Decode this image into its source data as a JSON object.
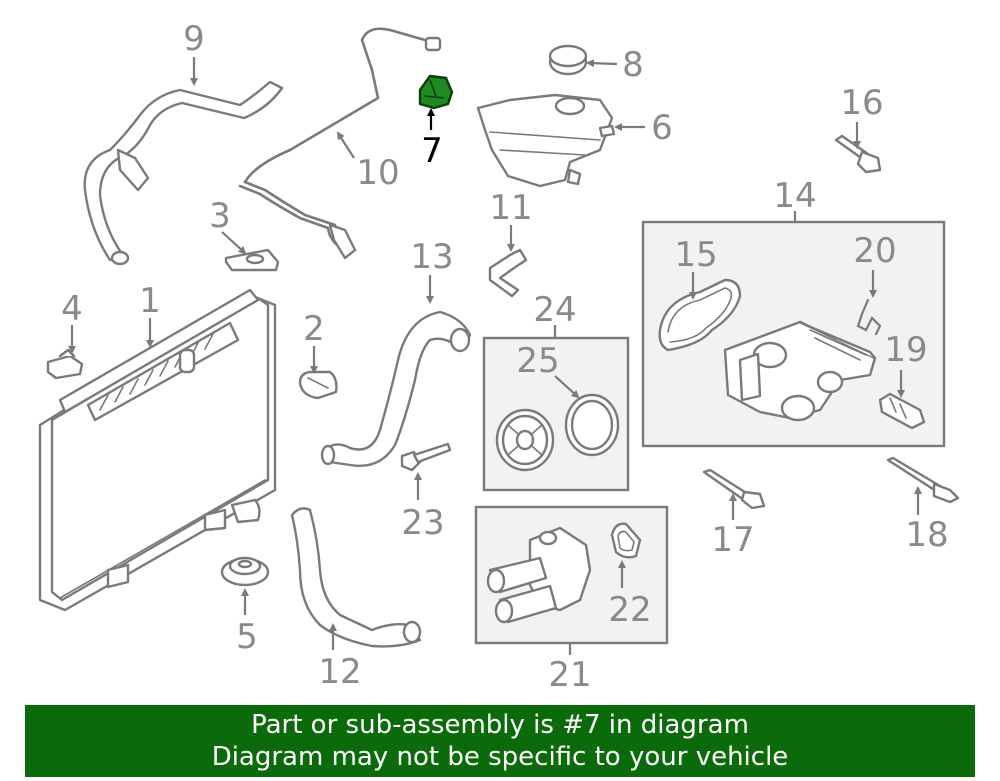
{
  "banner": {
    "line1": "Part or sub-assembly is #7 in diagram",
    "line2": "Diagram may not be specific to your vehicle",
    "background_color": "#0b6b0b",
    "text_color": "#ffffff"
  },
  "diagram": {
    "highlighted_part": "7",
    "highlight_color": "#1f8a1f",
    "line_color": "#7a7a7a",
    "callouts": {
      "c1": "1",
      "c2": "2",
      "c3": "3",
      "c4": "4",
      "c5": "5",
      "c6": "6",
      "c7": "7",
      "c8": "8",
      "c9": "9",
      "c10": "10",
      "c11": "11",
      "c12": "12",
      "c13": "13",
      "c14": "14",
      "c15": "15",
      "c16": "16",
      "c17": "17",
      "c18": "18",
      "c19": "19",
      "c20": "20",
      "c21": "21",
      "c22": "22",
      "c23": "23",
      "c24": "24",
      "c25": "25"
    }
  }
}
